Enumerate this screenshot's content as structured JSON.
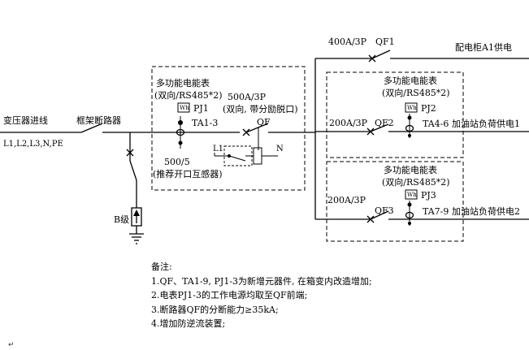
{
  "diagram": {
    "transformer_incoming": "变压器进线",
    "phases": "L1,L2,L3,N,PE",
    "frame_breaker": "框架断路器",
    "surge_level": "B级",
    "meter_group_main": {
      "title": "多功能电能表",
      "subtitle": "(双向/RS485*2)",
      "meter_icon": "Wh",
      "meter_id": "PJ1",
      "ct_id": "TA1-3",
      "ct_ratio": "500/5",
      "ct_note": "(推荐开口互感器)"
    },
    "main_breaker": {
      "rating": "500A/3P",
      "note": "(双向, 带分励脱口)",
      "id": "QF",
      "l1_label": "L1",
      "n_label": "N"
    },
    "feeder_1": {
      "rating": "400A/3P",
      "id": "QF1",
      "load": "配电柜A1供电"
    },
    "feeder_2": {
      "rating": "200A/3P",
      "id": "QF2",
      "meter_title": "多功能电能表",
      "meter_subtitle": "(双向/RS485*2)",
      "meter_icon": "Wh",
      "meter_id": "PJ2",
      "ct_id": "TA4-6",
      "load": "加油站负荷供电1"
    },
    "feeder_3": {
      "rating": "200A/3P",
      "id": "QF3",
      "meter_title": "多功能电能表",
      "meter_subtitle": "(双向/RS485*2)",
      "meter_icon": "Wh",
      "meter_id": "PJ3",
      "ct_id": "TA7-9",
      "load": "加油站负荷供电2"
    }
  },
  "notes": {
    "heading": "备注:",
    "items": [
      "1.QF、TA1-9, PJ1-3为新增元器件, 在箱变内改造增加;",
      "2.电表PJ1-3的工作电源均取至QF前端;",
      "3.断路器QF的分断能力≥35kA;",
      "4.增加防逆流装置;"
    ]
  },
  "paragraph_mark": "↵"
}
